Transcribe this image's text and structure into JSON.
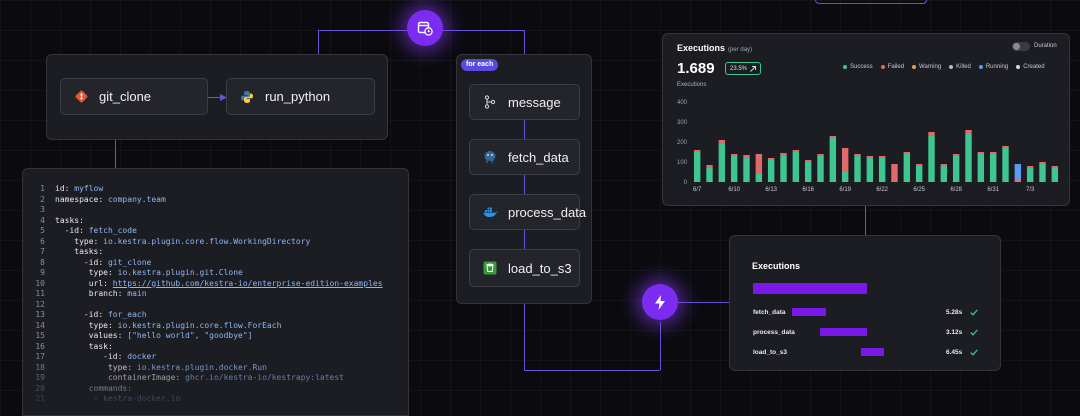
{
  "flow": {
    "nodes": {
      "git_clone": "git_clone",
      "run_python": "run_python",
      "message": "message",
      "fetch_data": "fetch_data",
      "process_data": "process_data",
      "load_to_s3": "load_to_s3"
    },
    "foreach_badge": "for each"
  },
  "code_editor": {
    "lines": [
      [
        {
          "t": "id: ",
          "c": "k"
        },
        {
          "t": "myflow",
          "c": "v"
        }
      ],
      [
        {
          "t": "namespace: ",
          "c": "k"
        },
        {
          "t": "company.team",
          "c": "v"
        }
      ],
      [],
      [
        {
          "t": "tasks:",
          "c": "k"
        }
      ],
      [
        {
          "t": "  -id: ",
          "c": "k"
        },
        {
          "t": "fetch_code",
          "c": "v"
        }
      ],
      [
        {
          "t": "    type: ",
          "c": "k"
        },
        {
          "t": "io.kestra.plugin.core.flow.WorkingDirectory",
          "c": "v"
        }
      ],
      [
        {
          "t": "    tasks:",
          "c": "k"
        }
      ],
      [
        {
          "t": "      -id: ",
          "c": "k"
        },
        {
          "t": "git_clone",
          "c": "v"
        }
      ],
      [
        {
          "t": "       type: ",
          "c": "k"
        },
        {
          "t": "io.kestra.plugin.git.Clone",
          "c": "v"
        }
      ],
      [
        {
          "t": "       url: ",
          "c": "k"
        },
        {
          "t": "https://github.com/kestra-io/enterprise-edition-examples",
          "c": "u"
        }
      ],
      [
        {
          "t": "       branch: ",
          "c": "k"
        },
        {
          "t": "main",
          "c": "v"
        }
      ],
      [],
      [
        {
          "t": "      -id: ",
          "c": "k"
        },
        {
          "t": "for_each",
          "c": "v"
        }
      ],
      [
        {
          "t": "       type: ",
          "c": "k"
        },
        {
          "t": "io.kestra.plugin.core.flow.ForEach",
          "c": "v"
        }
      ],
      [
        {
          "t": "       values: ",
          "c": "k"
        },
        {
          "t": "[\"hello world\", \"goodbye\"]",
          "c": "v"
        }
      ],
      [
        {
          "t": "       task:",
          "c": "k"
        }
      ],
      [
        {
          "t": "          -id: ",
          "c": "k"
        },
        {
          "t": "docker",
          "c": "v"
        }
      ],
      [
        {
          "t": "           type: ",
          "c": "k"
        },
        {
          "t": "io.kestra.plugin.docker.Run",
          "c": "v"
        }
      ],
      [
        {
          "t": "           containerImage: ",
          "c": "k"
        },
        {
          "t": "ghcr.io/kestra-io/kestrapy:latest",
          "c": "v"
        }
      ],
      [
        {
          "t": "       commands:",
          "c": "k"
        }
      ],
      [
        {
          "t": "        - ",
          "c": "k"
        },
        {
          "t": "kestra-docker.io",
          "c": "v"
        }
      ]
    ]
  },
  "executions_chart": {
    "title": "Executions",
    "subtitle": "(per day)",
    "total": "1.689",
    "trend_badge": "23.5%",
    "toggle_label": "Duration",
    "y_label": "Executions",
    "legend": [
      {
        "label": "Success",
        "color": "#3fc58f"
      },
      {
        "label": "Failed",
        "color": "#e06a6a"
      },
      {
        "label": "Warning",
        "color": "#e0a14a"
      },
      {
        "label": "Killed",
        "color": "#b9b9c2"
      },
      {
        "label": "Running",
        "color": "#5b9cf0"
      },
      {
        "label": "Created",
        "color": "#d8d8de"
      }
    ]
  },
  "chart_data": {
    "type": "bar",
    "ylim": [
      0,
      400
    ],
    "yticks": [
      0,
      100,
      200,
      300,
      400
    ],
    "xtick_labels": [
      "6/7",
      "6/10",
      "6/13",
      "6/16",
      "6/19",
      "6/22",
      "6/25",
      "6/28",
      "6/31",
      "7/3"
    ],
    "xtick_positions": [
      0,
      3,
      6,
      9,
      12,
      15,
      18,
      21,
      24,
      27
    ],
    "categories": [
      "1",
      "2",
      "3",
      "4",
      "5",
      "6",
      "7",
      "8",
      "9",
      "10",
      "11",
      "12",
      "13",
      "14",
      "15",
      "16",
      "17",
      "18",
      "19",
      "20",
      "21",
      "22",
      "23",
      "24",
      "25",
      "26",
      "27",
      "28",
      "29",
      "30"
    ],
    "series": [
      {
        "name": "Success",
        "color": "#3fc58f",
        "values": [
          150,
          70,
          190,
          130,
          120,
          40,
          110,
          130,
          150,
          100,
          130,
          220,
          50,
          130,
          120,
          120,
          0,
          140,
          80,
          230,
          80,
          130,
          240,
          140,
          140,
          170,
          0,
          70,
          90,
          70
        ]
      },
      {
        "name": "Failed",
        "color": "#e06a6a",
        "values": [
          10,
          15,
          20,
          10,
          15,
          100,
          10,
          15,
          10,
          10,
          10,
          10,
          120,
          10,
          10,
          10,
          90,
          10,
          10,
          20,
          10,
          10,
          20,
          10,
          10,
          10,
          10,
          10,
          10,
          10
        ]
      },
      {
        "name": "Running",
        "color": "#5b9cf0",
        "values": [
          0,
          0,
          0,
          0,
          0,
          0,
          0,
          0,
          0,
          0,
          0,
          0,
          0,
          0,
          0,
          0,
          0,
          0,
          0,
          0,
          0,
          0,
          0,
          0,
          0,
          0,
          80,
          0,
          0,
          0
        ]
      }
    ]
  },
  "trigger_panel": {
    "title": "Executions",
    "rows": [
      {
        "name": "fetch_data",
        "duration": "5.28s"
      },
      {
        "name": "process_data",
        "duration": "3.12s"
      },
      {
        "name": "load_to_s3",
        "duration": "6.45s"
      }
    ],
    "bar_values": [
      {
        "start": 0.0,
        "width": 0.3
      },
      {
        "start": 0.25,
        "width": 0.42
      },
      {
        "start": 0.62,
        "width": 0.2
      }
    ]
  }
}
